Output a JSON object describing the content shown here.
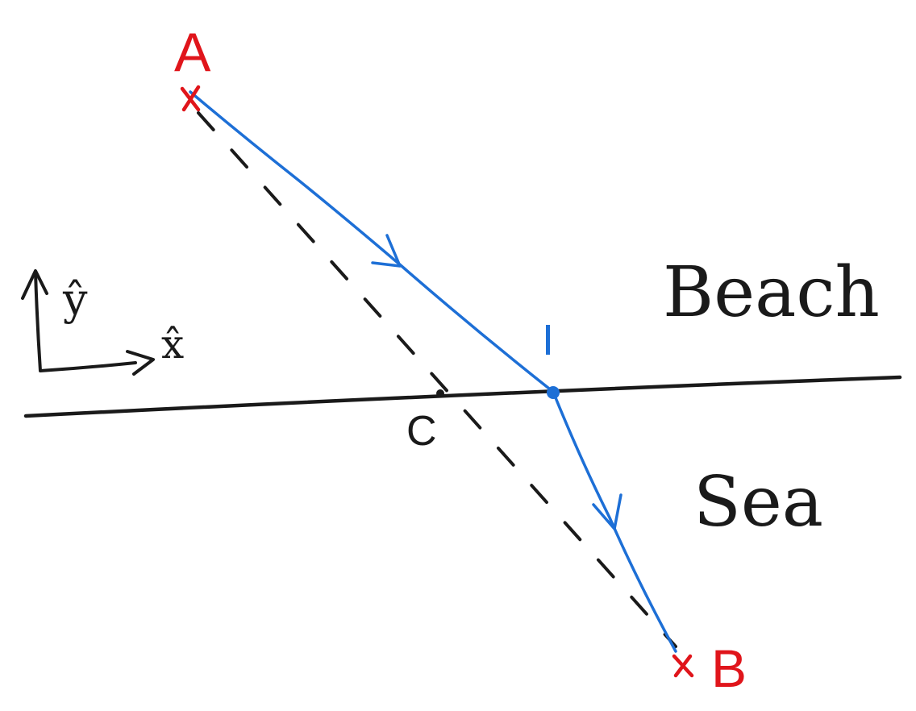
{
  "points": {
    "a": "A",
    "b": "B",
    "c": "C",
    "i": "I"
  },
  "regions": {
    "beach": "Beach",
    "sea": "Sea"
  },
  "axes": {
    "x_label": "x̂",
    "y_label": "ŷ"
  },
  "colors": {
    "points": "#e0151b",
    "path": "#1d6fd6",
    "ink": "#1a1a1a"
  }
}
